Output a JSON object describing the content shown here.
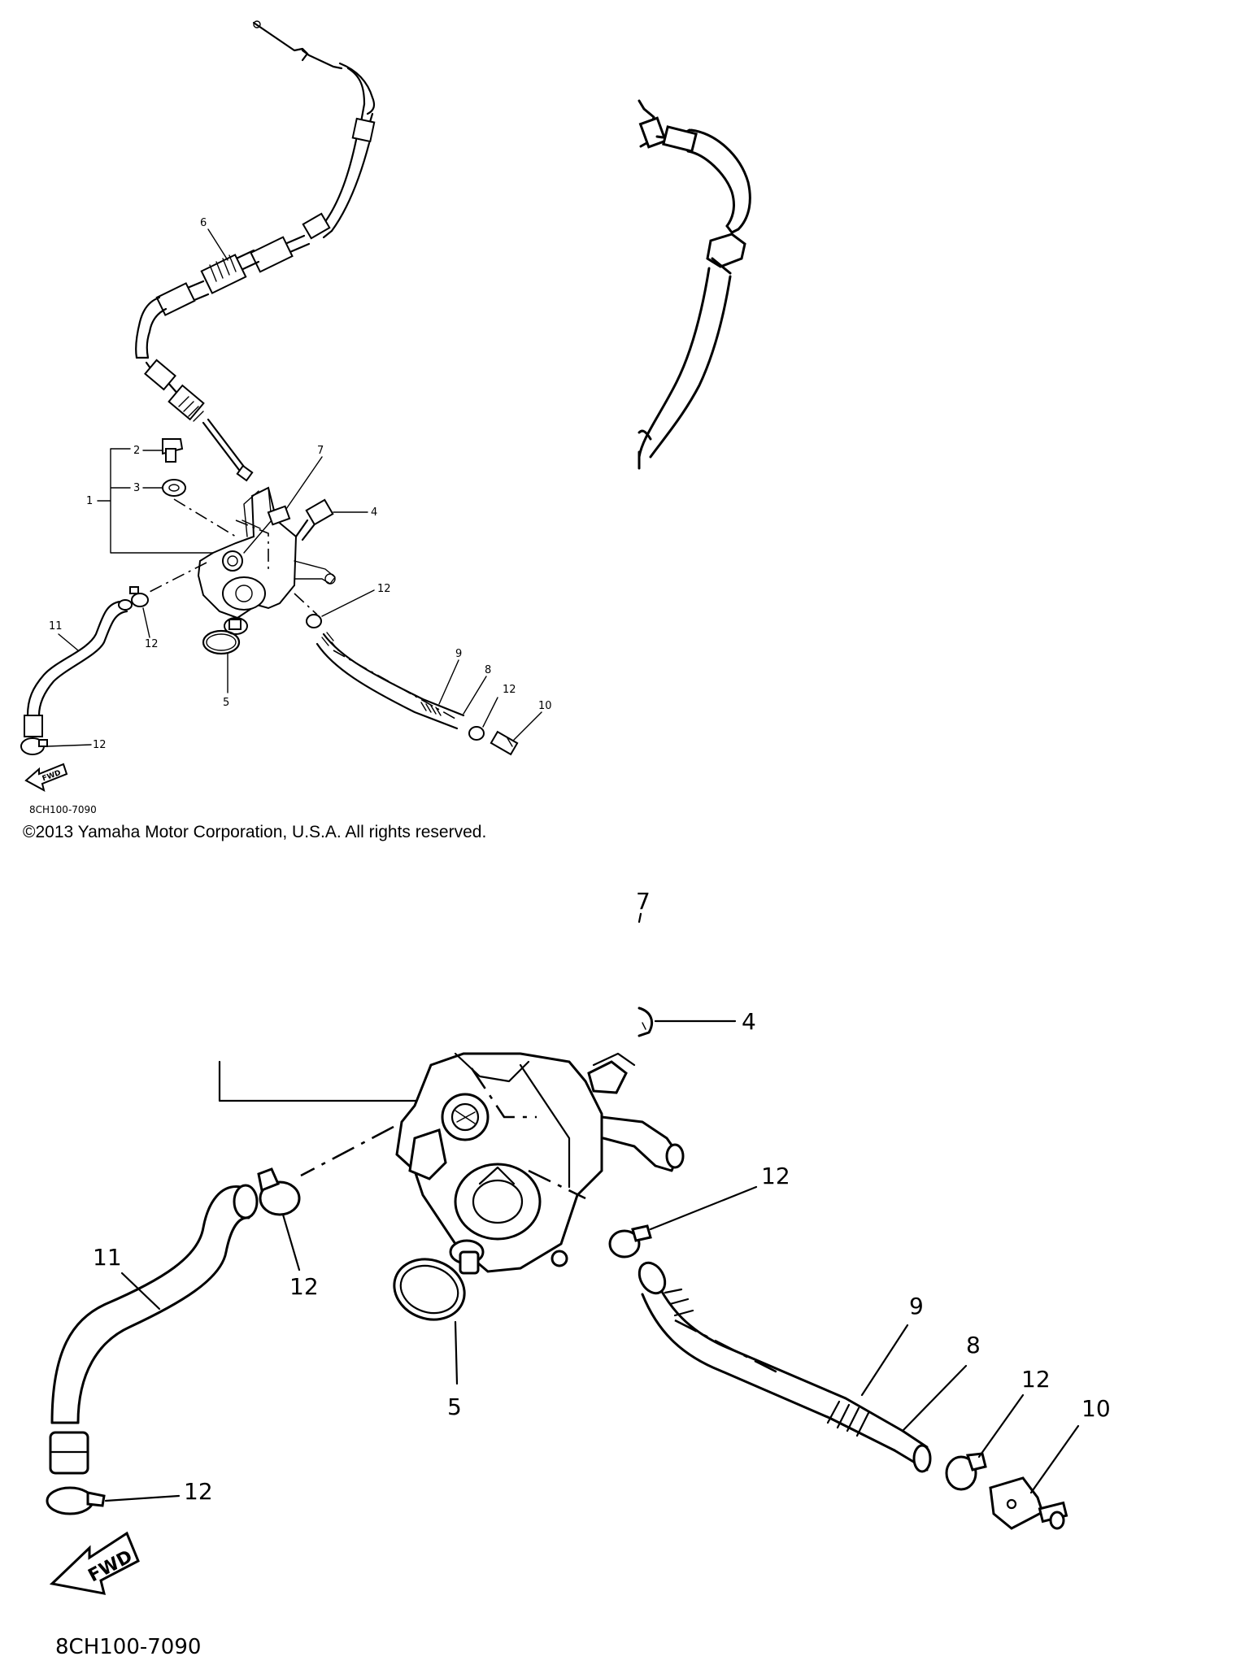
{
  "figure": {
    "callouts": [
      "1",
      "2",
      "3",
      "4",
      "5",
      "6",
      "7",
      "8",
      "9",
      "10",
      "11",
      "12"
    ],
    "forward_arrow_label": "FWD",
    "diagram_code": "8CH100-7090"
  },
  "detail_view": {
    "callouts_visible": [
      "4",
      "5",
      "7",
      "8",
      "9",
      "10",
      "11",
      "12"
    ],
    "forward_arrow_label": "FWD",
    "diagram_code": "8CH100-7090"
  },
  "copyright": "©2013 Yamaha Motor Corporation, U.S.A. All rights reserved."
}
